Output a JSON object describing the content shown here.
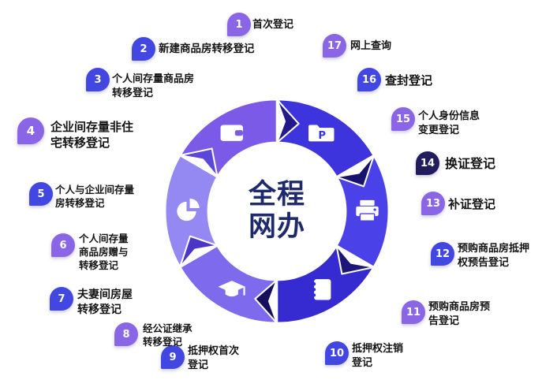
{
  "center": {
    "title": "全程\n网办"
  },
  "ring": {
    "folder_letter": "P"
  },
  "colors": {
    "badge_purple": "#8a66e6",
    "badge_indigo": "#4347e2",
    "badge_dark": "#211c5e",
    "ring_indigo": "#3d34dd",
    "ring_blue": "#4a41e8",
    "ring_deep_indigo": "#352bd0",
    "ring_purple": "#7d6aec",
    "ring_light_purple": "#9488f2",
    "ring_violet": "#7c5ae8",
    "center_text": "#1f2a6e",
    "label_text": "#141414"
  },
  "items": [
    {
      "num": "1",
      "label": "首次登记"
    },
    {
      "num": "2",
      "label": "新建商品房转移登记"
    },
    {
      "num": "3",
      "label": "个人间存量商品房\n转移登记"
    },
    {
      "num": "4",
      "label": "企业间存量非住\n宅转移登记"
    },
    {
      "num": "5",
      "label": "个人与企业间存量\n房转移登记"
    },
    {
      "num": "6",
      "label": "个人间存量\n商品房赠与\n转移登记"
    },
    {
      "num": "7",
      "label": "夫妻间房屋\n转移登记"
    },
    {
      "num": "8",
      "label": "经公证继承\n转移登记"
    },
    {
      "num": "9",
      "label": "抵押权首次\n登记"
    },
    {
      "num": "10",
      "label": "抵押权注销\n登记"
    },
    {
      "num": "11",
      "label": "预购商品房预\n告登记"
    },
    {
      "num": "12",
      "label": "预购商品房抵押\n权预告登记"
    },
    {
      "num": "13",
      "label": "补证登记"
    },
    {
      "num": "14",
      "label": "换证登记"
    },
    {
      "num": "15",
      "label": "个人身份信息\n变更登记"
    },
    {
      "num": "16",
      "label": "查封登记"
    },
    {
      "num": "17",
      "label": "网上查询"
    }
  ]
}
